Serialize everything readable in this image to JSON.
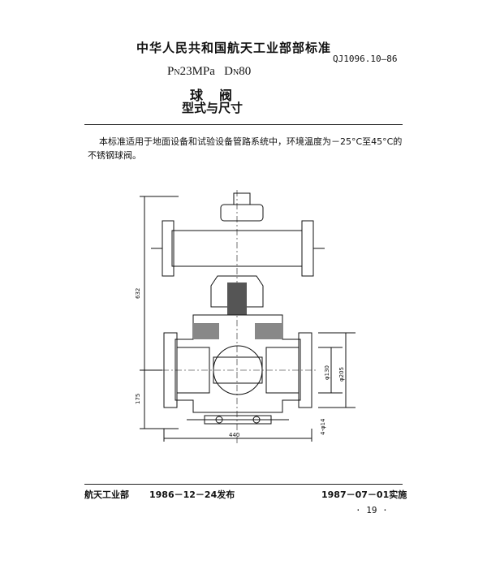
{
  "header": {
    "organization": "中华人民共和国航天工业部部标准",
    "standard_code": "QJ1096.10—86"
  },
  "title_block": {
    "pn_letter": "P",
    "pn_sub": "N",
    "pn_value": "23MPa",
    "dn_letter": "D",
    "dn_sub": "N",
    "dn_value": "80",
    "title": "球阀",
    "subtitle": "型式与尺寸"
  },
  "body": {
    "text": "本标准适用于地面设备和试验设备管路系统中，环境温度为－25°C至45°C的不锈钢球阀。"
  },
  "drawing": {
    "dim_height_total": "632",
    "dim_height_lower": "175",
    "dim_width": "440",
    "dim_bore": "φ130",
    "dim_flange": "φ205",
    "dim_bolt": "4-φ14"
  },
  "footer": {
    "publisher": "航天工业部",
    "issued": "1986－12－24发布",
    "effective": "1987－07－01实施",
    "page": "· 19 ·"
  }
}
